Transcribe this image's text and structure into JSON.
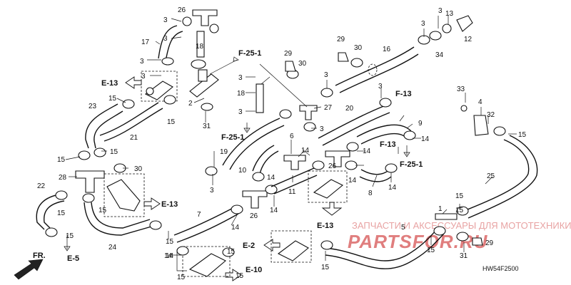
{
  "diagram": {
    "callouts": [
      {
        "text": "26"
      },
      {
        "text": "3"
      },
      {
        "text": "3"
      },
      {
        "text": "17"
      },
      {
        "text": "18"
      },
      {
        "text": "3"
      },
      {
        "text": "3"
      },
      {
        "text": "2"
      },
      {
        "text": "31"
      },
      {
        "text": "23"
      },
      {
        "text": "15"
      },
      {
        "text": "15"
      },
      {
        "text": "21"
      },
      {
        "text": "15"
      },
      {
        "text": "15"
      },
      {
        "text": "28"
      },
      {
        "text": "30"
      },
      {
        "text": "22"
      },
      {
        "text": "15"
      },
      {
        "text": "15"
      },
      {
        "text": "15"
      },
      {
        "text": "24"
      },
      {
        "text": "15"
      },
      {
        "text": "14"
      },
      {
        "text": "29"
      },
      {
        "text": "30"
      },
      {
        "text": "3"
      },
      {
        "text": "3"
      },
      {
        "text": "18"
      },
      {
        "text": "3"
      },
      {
        "text": "27"
      },
      {
        "text": "3"
      },
      {
        "text": "19"
      },
      {
        "text": "10"
      },
      {
        "text": "14"
      },
      {
        "text": "3"
      },
      {
        "text": "26"
      },
      {
        "text": "14"
      },
      {
        "text": "7"
      },
      {
        "text": "14"
      },
      {
        "text": "6"
      },
      {
        "text": "14"
      },
      {
        "text": "11"
      },
      {
        "text": "26"
      },
      {
        "text": "14"
      },
      {
        "text": "14"
      },
      {
        "text": "20"
      },
      {
        "text": "3"
      },
      {
        "text": "9"
      },
      {
        "text": "14"
      },
      {
        "text": "14"
      },
      {
        "text": "8"
      },
      {
        "text": "29"
      },
      {
        "text": "30"
      },
      {
        "text": "16"
      },
      {
        "text": "3"
      },
      {
        "text": "3"
      },
      {
        "text": "13"
      },
      {
        "text": "12"
      },
      {
        "text": "34"
      },
      {
        "text": "33"
      },
      {
        "text": "4"
      },
      {
        "text": "32"
      },
      {
        "text": "15"
      },
      {
        "text": "25"
      },
      {
        "text": "15"
      },
      {
        "text": "1"
      },
      {
        "text": "15"
      },
      {
        "text": "5"
      },
      {
        "text": "15"
      },
      {
        "text": "31"
      },
      {
        "text": "29"
      },
      {
        "text": "15"
      },
      {
        "text": "14"
      },
      {
        "text": "15"
      },
      {
        "text": "15"
      },
      {
        "text": "15"
      }
    ],
    "refs": [
      {
        "text": "F-25-1"
      },
      {
        "text": "E-13"
      },
      {
        "text": "F-25-1"
      },
      {
        "text": "F-13"
      },
      {
        "text": "F-13"
      },
      {
        "text": "F-25-1"
      },
      {
        "text": "E-13"
      },
      {
        "text": "E-13"
      },
      {
        "text": "E-2"
      },
      {
        "text": "E-10"
      },
      {
        "text": "E-5"
      }
    ],
    "front_label": "FR.",
    "code": "HW54F2500",
    "watermark": "ЗАПЧАСТИ И АКСЕССУАРЫ ДЛЯ МОТОТЕХНИКИ",
    "brand_logo": "PARTSFOR.RU"
  }
}
